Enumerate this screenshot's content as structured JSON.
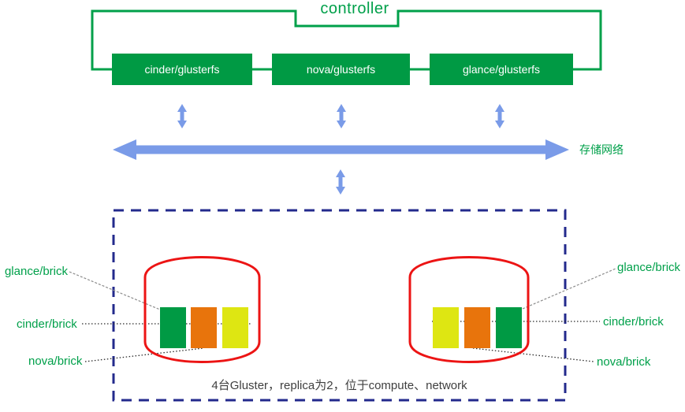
{
  "diagram": {
    "controller_label": "controller",
    "services": [
      {
        "label": "cinder/glusterfs"
      },
      {
        "label": "nova/glusterfs"
      },
      {
        "label": "glance/glusterfs"
      }
    ],
    "storage_network_label": "存储网络",
    "cluster_caption": "4台Gluster，replica为2，位于compute、network",
    "left_node_labels": {
      "glance": "glance/brick",
      "cinder": "cinder/brick",
      "nova": "nova/brick"
    },
    "right_node_labels": {
      "glance": "glance/brick",
      "cinder": "cinder/brick",
      "nova": "nova/brick"
    },
    "left_node_bars": [
      {
        "brick": "glance",
        "color": "#009A44"
      },
      {
        "brick": "nova",
        "color": "#E8740C"
      },
      {
        "brick": "cinder",
        "color": "#DEE612"
      }
    ],
    "right_node_bars": [
      {
        "brick": "cinder",
        "color": "#DEE612"
      },
      {
        "brick": "nova",
        "color": "#E8740C"
      },
      {
        "brick": "glance",
        "color": "#009A44"
      }
    ]
  },
  "colors": {
    "green": "#00A04A",
    "service_box_green": "#009A44",
    "arrow_blue": "#7A9BE8",
    "cylinder_red": "#EC1414",
    "dashed_navy": "#232A8C",
    "bar_orange": "#E8740C",
    "bar_yellow": "#DEE612",
    "bar_green": "#009A44",
    "caption_gray": "#3F3F3F"
  }
}
